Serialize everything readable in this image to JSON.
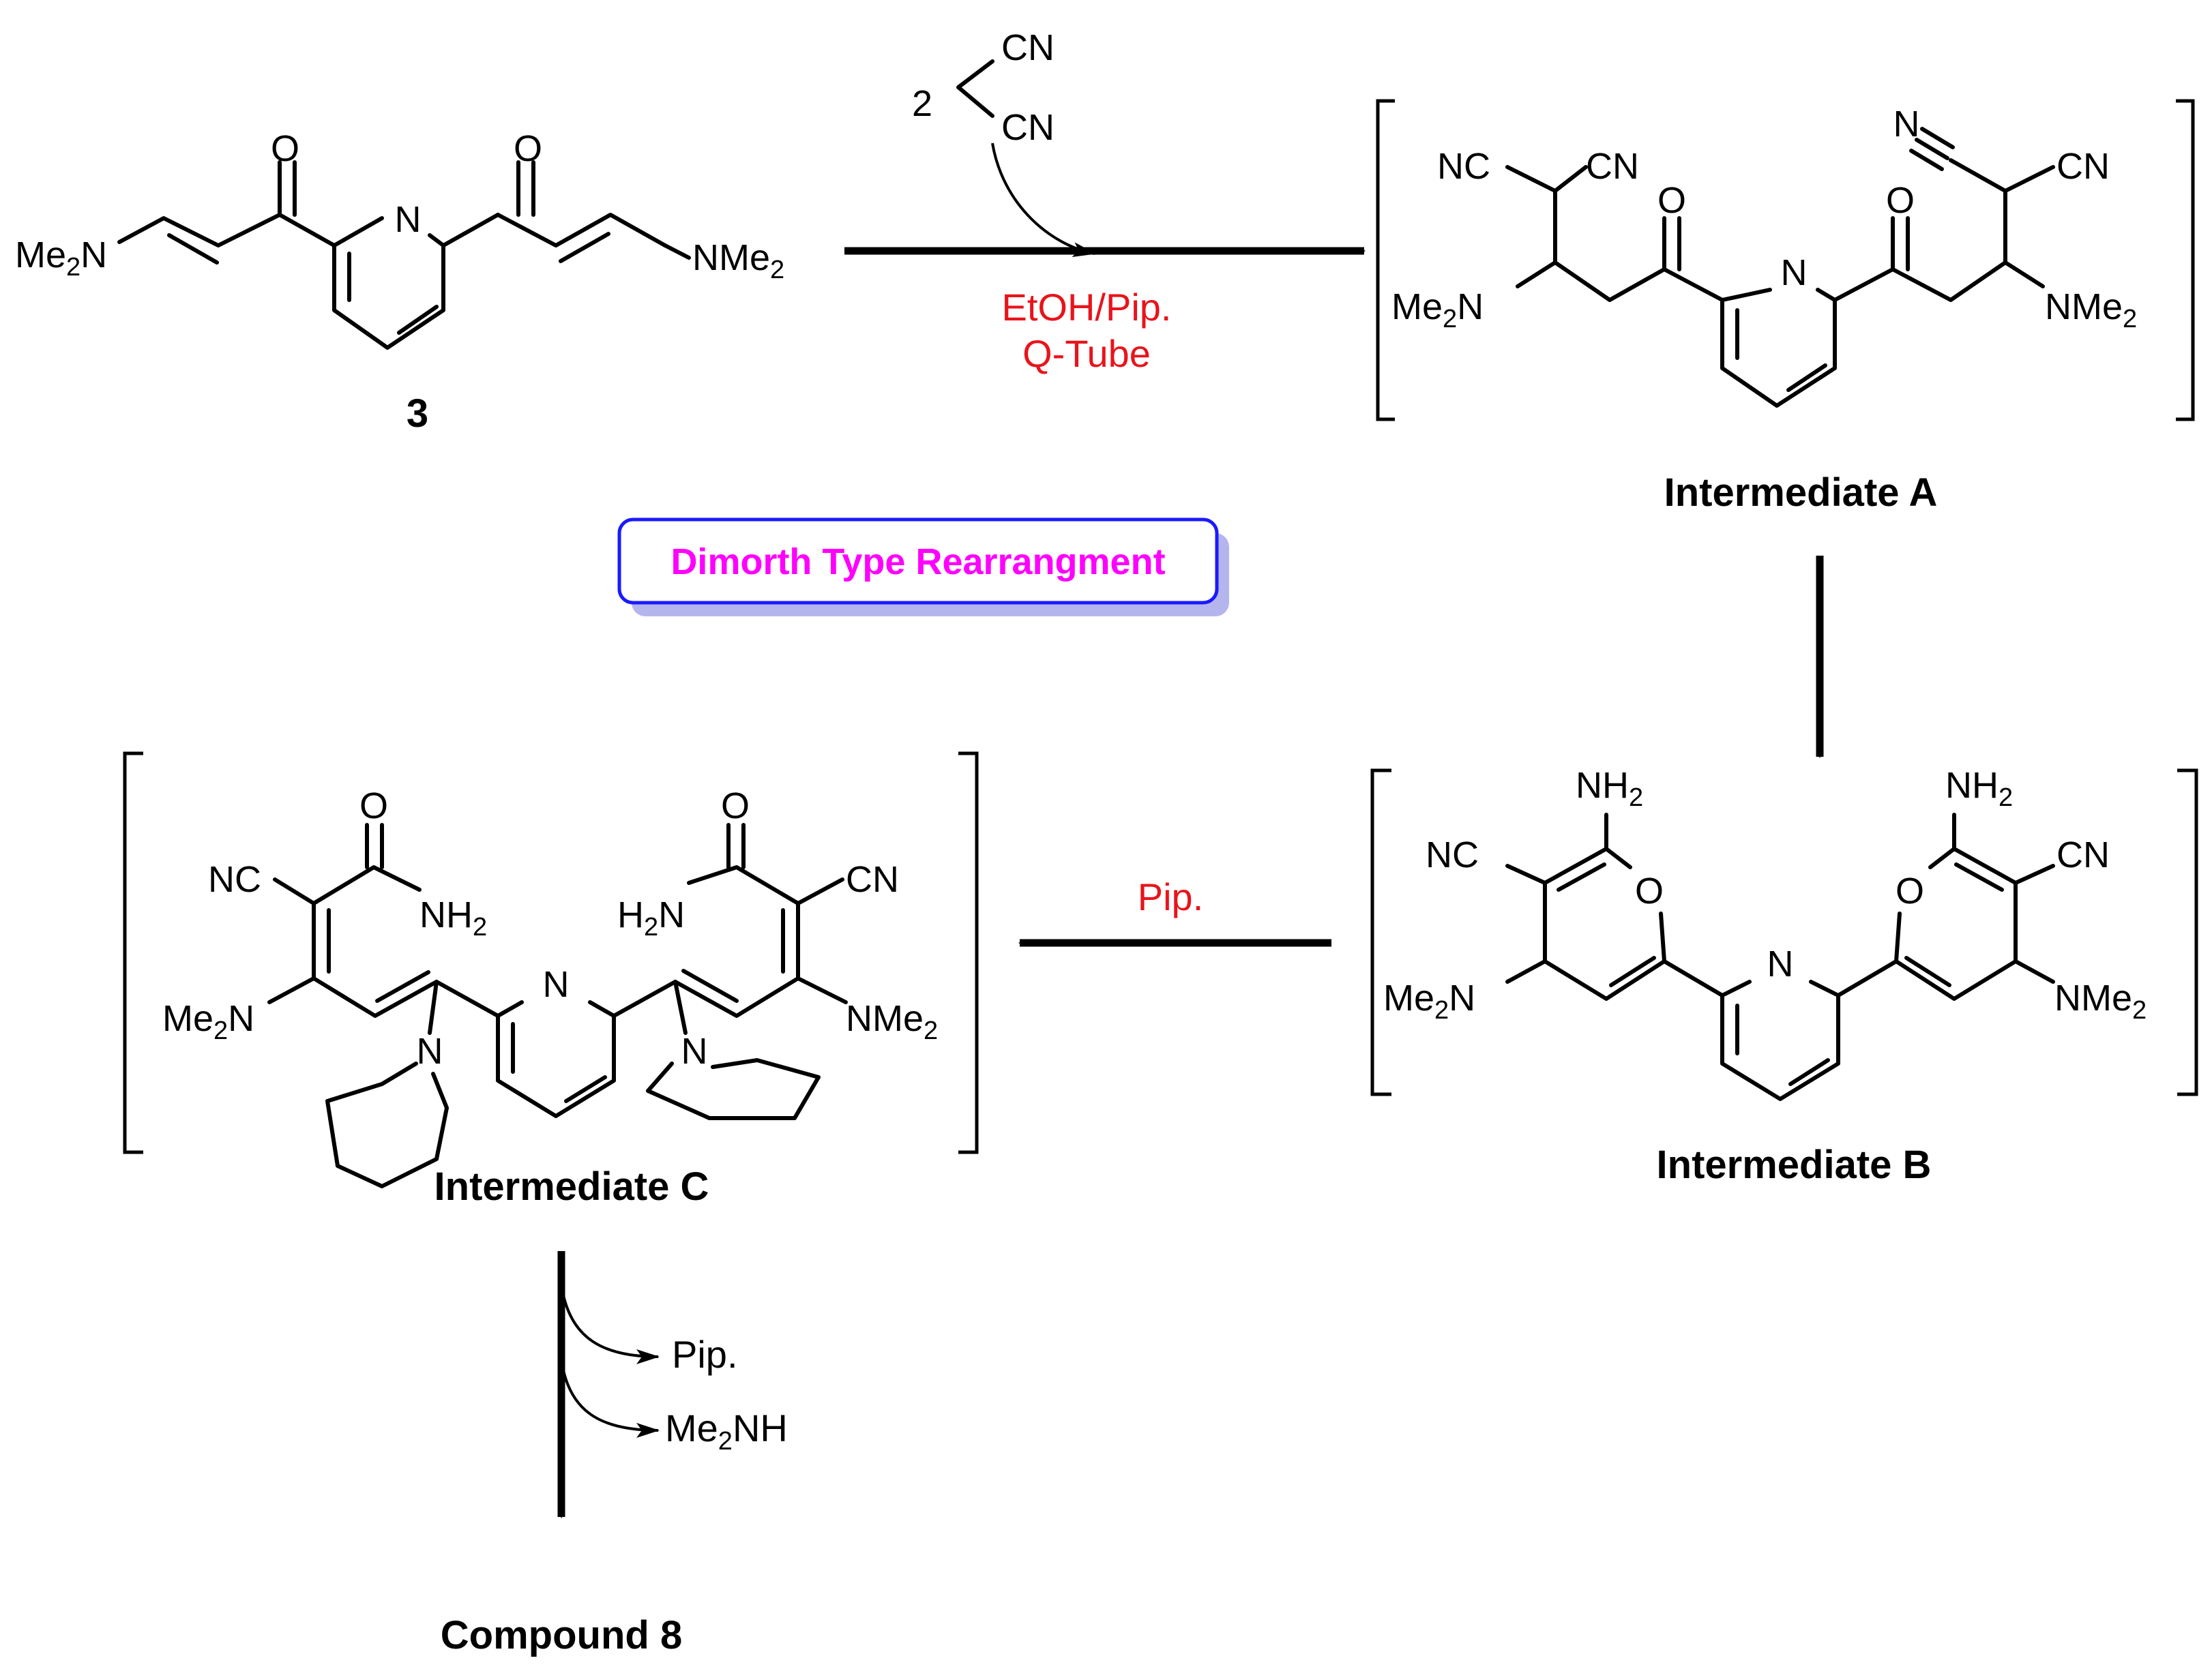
{
  "colors": {
    "condition_text": "#e8141b",
    "banner_text": "#ff00ff",
    "banner_border": "#1a1aff",
    "banner_shadow": "#b5b5ee"
  },
  "compounds": {
    "start": {
      "label": "3"
    },
    "intermediate_a": {
      "label": "Intermediate A"
    },
    "intermediate_b": {
      "label": "Intermediate B"
    },
    "intermediate_c": {
      "label": "Intermediate C"
    },
    "product": {
      "label": "Compound 8"
    }
  },
  "reagent": {
    "equivalents": "2",
    "group_1": "CN",
    "group_2": "CN"
  },
  "conditions": {
    "step1_line1": "EtOH/Pip.",
    "step1_line2": "Q-Tube",
    "step3": "Pip."
  },
  "byproducts": {
    "first": "Pip.",
    "second_main": "Me",
    "second_sub": "2",
    "second_tail": "NH"
  },
  "banner": {
    "text": "Dimorth Type Rearrangment"
  },
  "atoms": {
    "O": "O",
    "N": "N",
    "NC": "NC",
    "CN": "CN",
    "Me": "Me",
    "Me2N_tail": "N",
    "NMe_head": "NMe",
    "sub2": "2",
    "NH": "NH",
    "H": "H",
    "N_amide_tail": "N"
  }
}
